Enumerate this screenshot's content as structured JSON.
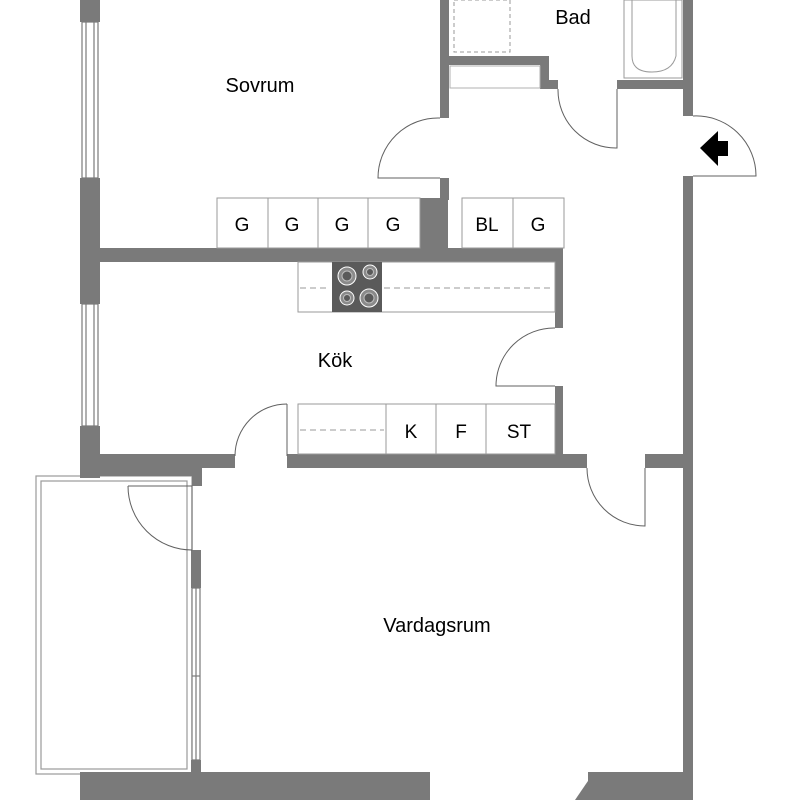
{
  "colors": {
    "wall": "#7a7a7a",
    "wall_dark": "#6d6d6d",
    "fixture_outline": "#9a9a9a",
    "door_swing": "#606060",
    "stove": "#5a5a5a",
    "background": "#ffffff",
    "text": "#000000"
  },
  "rooms": {
    "sovrum": "Sovrum",
    "bad": "Bad",
    "kok": "Kök",
    "vardagsrum": "Vardagsrum"
  },
  "wardrobes": {
    "g1": "G",
    "g2": "G",
    "g3": "G",
    "g4": "G",
    "bl": "BL",
    "g5": "G"
  },
  "kitchen_units": {
    "k": "K",
    "f": "F",
    "st": "ST"
  },
  "icons": {
    "entrance": "entrance-arrow-icon",
    "stove": "stove-icon"
  }
}
